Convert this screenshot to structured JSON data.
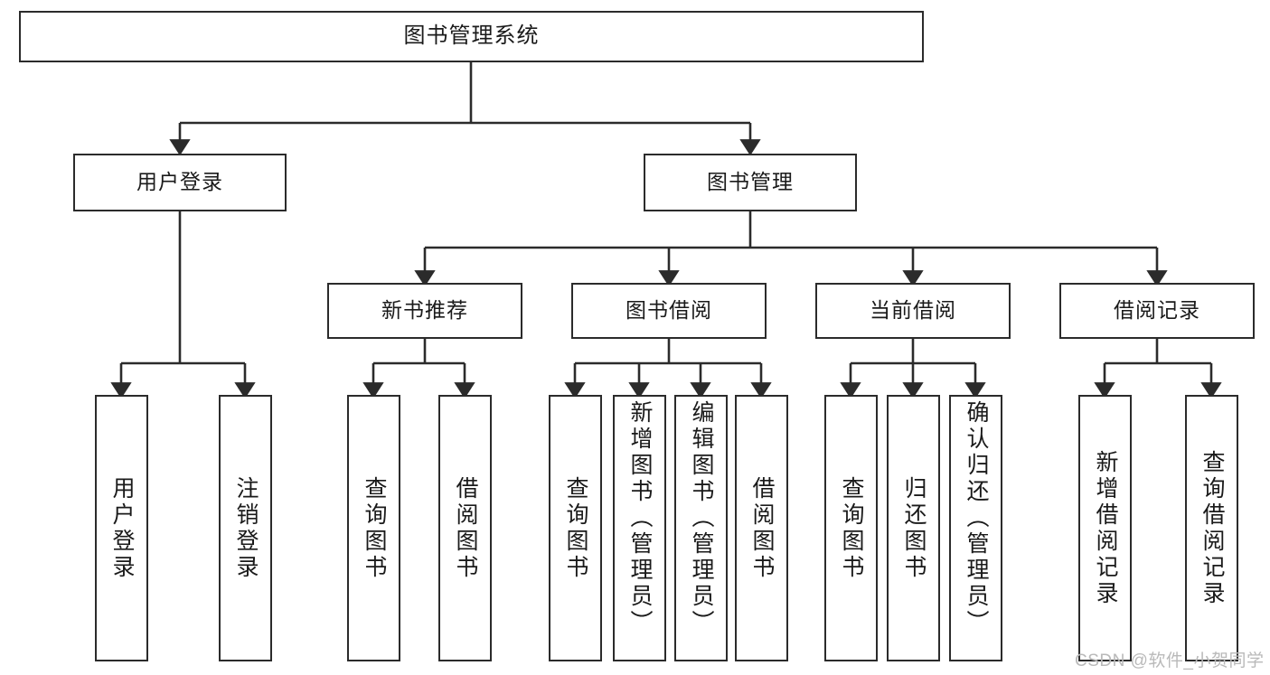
{
  "diagram": {
    "title": "图书管理系统",
    "type": "tree",
    "watermark": "CSDN @软件_小贺同学",
    "colors": {
      "border": "#2b2b2b",
      "background": "#ffffff",
      "text": "#1a1a1a",
      "edge": "#2b2b2b",
      "watermark": "#b9b9b9"
    },
    "nodes": {
      "root": {
        "label": "图书管理系统"
      },
      "level2": [
        {
          "id": "user-login",
          "label": "用户登录"
        },
        {
          "id": "book-manage",
          "label": "图书管理"
        }
      ],
      "level3": [
        {
          "id": "new-book-recommend",
          "label": "新书推荐"
        },
        {
          "id": "book-borrow",
          "label": "图书借阅"
        },
        {
          "id": "current-borrow",
          "label": "当前借阅"
        },
        {
          "id": "borrow-record",
          "label": "借阅记录"
        }
      ],
      "leaves": [
        {
          "id": "leaf-user-login",
          "label": "用户登录",
          "parent": "user-login",
          "align": "center"
        },
        {
          "id": "leaf-logout-login",
          "label": "注销登录",
          "parent": "user-login",
          "align": "center"
        },
        {
          "id": "leaf-query-book-1",
          "label": "查询图书",
          "parent": "new-book-recommend",
          "align": "center"
        },
        {
          "id": "leaf-borrow-book-1",
          "label": "借阅图书",
          "parent": "new-book-recommend",
          "align": "center"
        },
        {
          "id": "leaf-query-book-2",
          "label": "查询图书",
          "parent": "book-borrow",
          "align": "center"
        },
        {
          "id": "leaf-add-book-admin",
          "label": "新增图书（管理员）",
          "parent": "book-borrow",
          "align": "top"
        },
        {
          "id": "leaf-edit-book-admin",
          "label": "编辑图书（管理员）",
          "parent": "book-borrow",
          "align": "top"
        },
        {
          "id": "leaf-borrow-book-2",
          "label": "借阅图书",
          "parent": "book-borrow",
          "align": "center"
        },
        {
          "id": "leaf-query-book-3",
          "label": "查询图书",
          "parent": "current-borrow",
          "align": "center"
        },
        {
          "id": "leaf-return-book",
          "label": "归还图书",
          "parent": "current-borrow",
          "align": "center"
        },
        {
          "id": "leaf-confirm-return-admin",
          "label": "确认归还（管理员）",
          "parent": "current-borrow",
          "align": "top"
        },
        {
          "id": "leaf-add-borrow-record",
          "label": "新增借阅记录",
          "parent": "borrow-record",
          "align": "center"
        },
        {
          "id": "leaf-query-borrow-record",
          "label": "查询借阅记录",
          "parent": "borrow-record",
          "align": "center"
        }
      ]
    }
  }
}
